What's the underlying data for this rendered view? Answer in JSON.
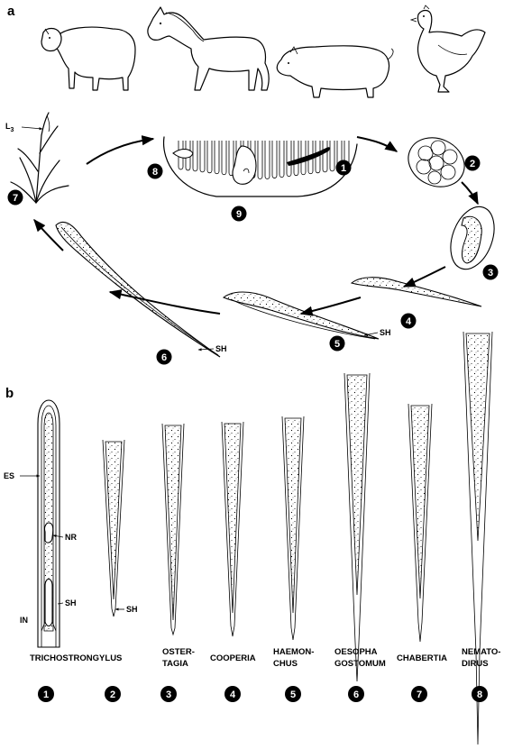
{
  "panels": {
    "a": "a",
    "b": "b"
  },
  "hosts": [
    {
      "name": "sheep",
      "icon": "sheep-icon"
    },
    {
      "name": "horse",
      "icon": "horse-icon"
    },
    {
      "name": "pig",
      "icon": "pig-icon"
    },
    {
      "name": "chicken",
      "icon": "chicken-icon"
    }
  ],
  "life_cycle": {
    "larva_label_base": "L",
    "larva_label_sub": "3",
    "sheath_label": "SH",
    "stages": [
      "1",
      "2",
      "3",
      "4",
      "5",
      "6",
      "7",
      "8",
      "9"
    ]
  },
  "panel_b": {
    "anatomy_labels": {
      "esophagus": "ES",
      "nerve_ring": "NR",
      "sheath": "SH",
      "intestine": "IN"
    },
    "tail_sheath_label": "SH",
    "genera": [
      {
        "number": "1",
        "lines": [
          "TRICHOSTRONGYLUS"
        ]
      },
      {
        "number": "2",
        "lines": []
      },
      {
        "number": "3",
        "lines": [
          "OSTER-",
          "TAGIA"
        ]
      },
      {
        "number": "4",
        "lines": [
          "COOPERIA"
        ]
      },
      {
        "number": "5",
        "lines": [
          "HAEMON-",
          "CHUS"
        ]
      },
      {
        "number": "6",
        "lines": [
          "OESOPHA",
          "GOSTOMUM"
        ]
      },
      {
        "number": "7",
        "lines": [
          "CHABERTIA"
        ]
      },
      {
        "number": "8",
        "lines": [
          "NEMATO-",
          "DIRUS"
        ]
      }
    ]
  }
}
